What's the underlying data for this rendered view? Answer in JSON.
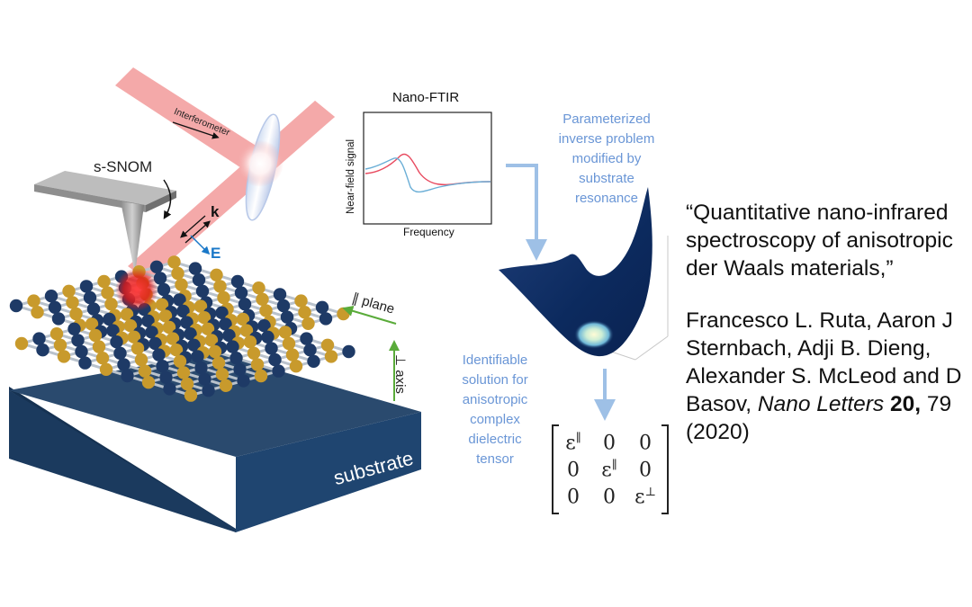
{
  "figure": {
    "probe_label": "s-SNOM",
    "interferometer_label": "Interferometer",
    "k_label": "k",
    "e_label": "E",
    "parallel_plane_label": "∥ plane",
    "perp_axis_label": "⊥ axis",
    "substrate_label": "substrate",
    "inset_title": "Nano-FTIR",
    "inset_ylabel": "Near-field signal",
    "inset_xlabel": "Frequency",
    "note_inverse": [
      "Parameterized",
      "inverse problem",
      "modified by",
      "substrate",
      "resonance"
    ],
    "note_solution": [
      "Identifiable",
      "solution for",
      "anisotropic",
      "complex",
      "dielectric",
      "tensor"
    ],
    "matrix": {
      "r1": [
        "ε",
        "∥",
        "0",
        "",
        "0",
        ""
      ],
      "r2": [
        "0",
        "",
        "ε",
        "∥",
        "0",
        ""
      ],
      "r3": [
        "0",
        "",
        "0",
        "",
        "ε",
        "⊥"
      ]
    },
    "colors": {
      "beam": "#f4a9a9",
      "substrate_top": "#2a4a6e",
      "substrate_front": "#1b3a5e",
      "atom_dark": "#1e3a66",
      "atom_gold": "#c89a2c",
      "arrow_green": "#5aab3a",
      "note_blue": "#6a96d6",
      "curve_red": "#e84a5f",
      "curve_blue": "#6aaed6"
    }
  },
  "citation": {
    "title_lines": [
      "“Quantitative nano-infrared",
      "spectroscopy of anisotropic",
      "der Waals materials,”"
    ],
    "author_lines": [
      "Francesco L. Ruta, Aaron J",
      "Sternbach, Adji B. Dieng,",
      "Alexander S. McLeod and D",
      "Basov, "
    ],
    "journal": "Nano Letters",
    "volume": "20,",
    "pages": " 79",
    "year": "(2020)"
  }
}
